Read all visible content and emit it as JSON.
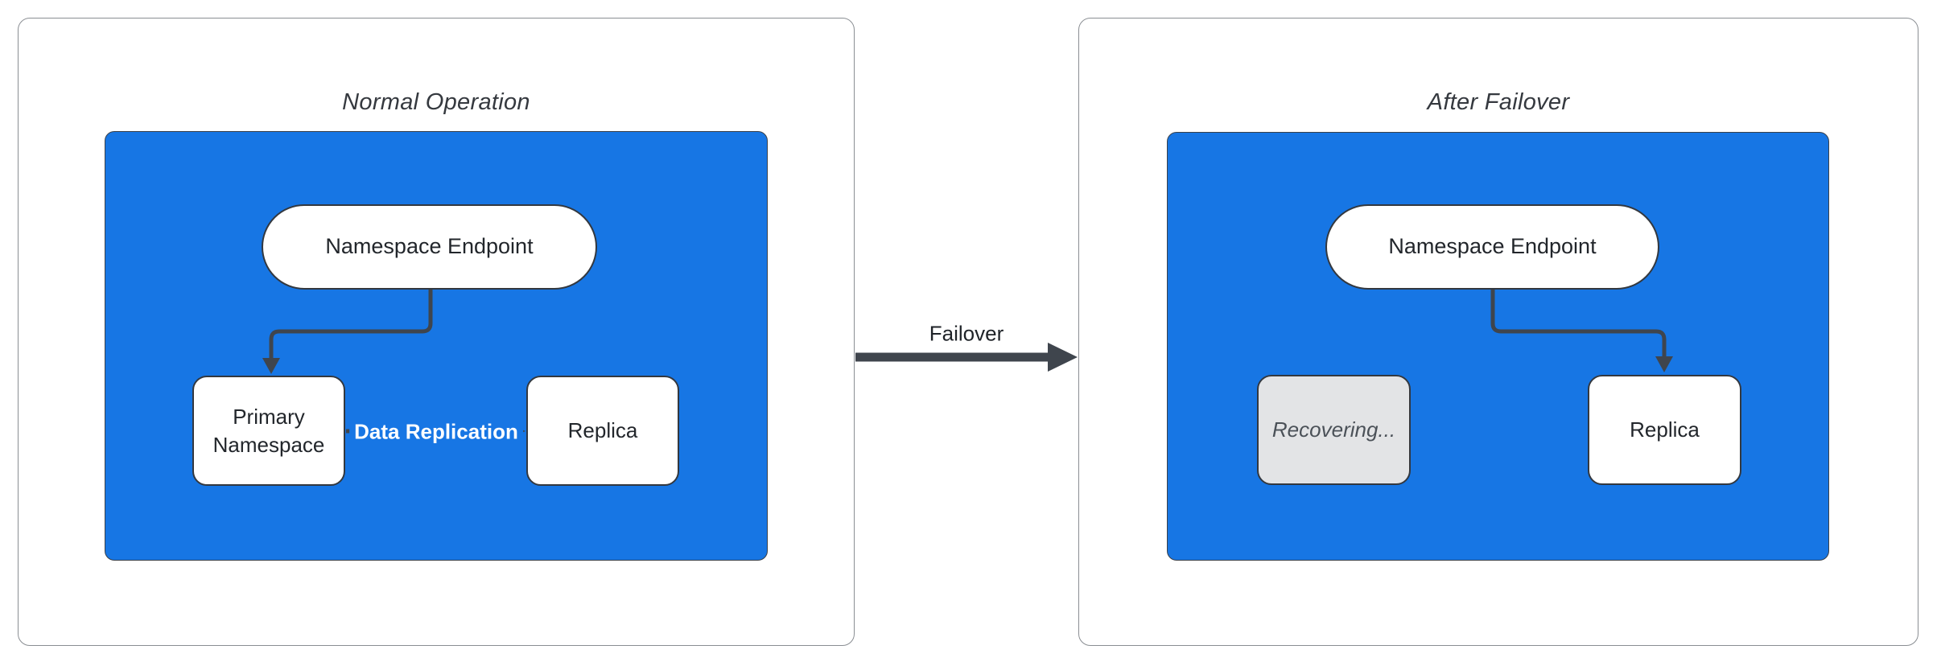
{
  "diagram": {
    "panels": [
      {
        "title": "Normal Operation",
        "endpoint_label": "Namespace Endpoint",
        "primary_label": "Primary Namespace",
        "replica_label": "Replica",
        "replication_label": "Data Replication"
      },
      {
        "title": "After Failover",
        "endpoint_label": "Namespace Endpoint",
        "recovering_label": "Recovering...",
        "replica_label": "Replica"
      }
    ],
    "failover_label": "Failover",
    "colors": {
      "group_fill": "#1776E4",
      "connector": "#3F454D",
      "node_border": "#33383F",
      "panel_border": "#8A8E93",
      "node_fill": "#FFFFFF",
      "recovering_fill": "#E3E4E6",
      "recovering_text": "#4B5158",
      "node_text": "#22262B",
      "title_text": "#35393F",
      "replication_label_text": "#FFFFFF"
    }
  }
}
